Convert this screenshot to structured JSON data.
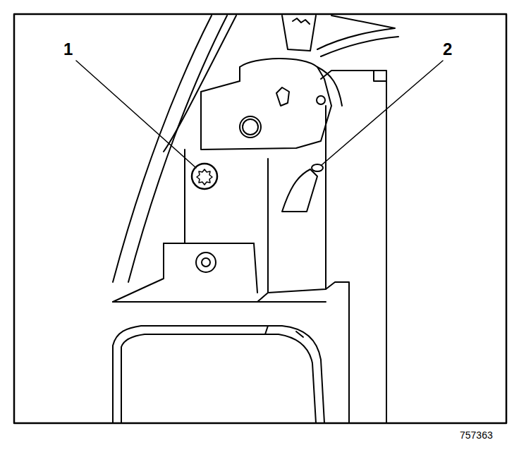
{
  "diagram": {
    "labels": [
      "1",
      "2",
      "757363"
    ]
  }
}
